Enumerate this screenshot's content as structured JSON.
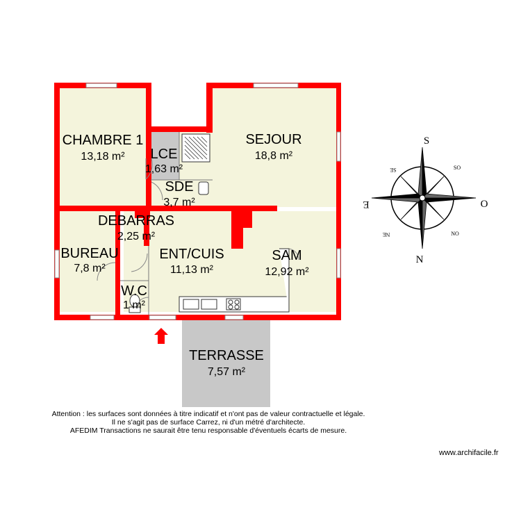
{
  "rooms": {
    "chambre1": {
      "name": "CHAMBRE 1",
      "area": "13,18 m²"
    },
    "lce": {
      "name": "LCE",
      "area": "1,63 m²"
    },
    "sejour": {
      "name": "SEJOUR",
      "area": "18,8 m²"
    },
    "sde": {
      "name": "SDE",
      "area": "3,7 m²"
    },
    "debarras": {
      "name": "DEBARRAS",
      "area": "2,25 m²"
    },
    "bureau": {
      "name": "BUREAU",
      "area": "7,8 m²"
    },
    "entcuis": {
      "name": "ENT/CUIS",
      "area": "11,13 m²"
    },
    "sam": {
      "name": "SAM",
      "area": "12,92 m²"
    },
    "wc": {
      "name": "W.C",
      "area": "1 m²"
    },
    "terrasse": {
      "name": "TERRASSE",
      "area": "7,57 m²"
    }
  },
  "compass": {
    "n": "N",
    "s": "S",
    "e": "E",
    "o": "O",
    "no": "NO",
    "ne": "NE",
    "so": "SO",
    "se": "SE"
  },
  "disclaimer": {
    "line1": "Attention : les surfaces sont données à titre indicatif et n'ont pas de valeur contractuelle et légale.",
    "line2": "Il ne s'agit pas de surface Carrez, ni d'un métré d'architecte.",
    "line3": "AFEDIM Transactions ne saurait être tenu responsable d'éventuels écarts de mesure."
  },
  "credit": "www.archifacile.fr",
  "colors": {
    "wall": "#ff0000",
    "floor": "#f4f4dc",
    "terrace": "#c8c8c8",
    "wetroom": "#c8c8c8"
  }
}
